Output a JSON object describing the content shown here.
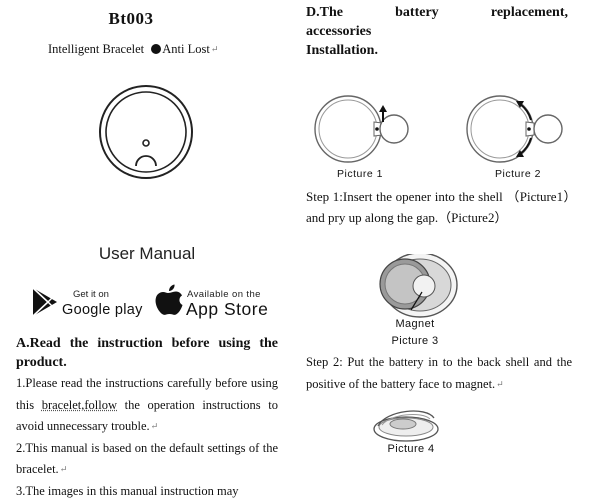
{
  "left": {
    "title": "Bt003",
    "subtitle_a": "Intelligent Bracelet",
    "subtitle_b": "Anti Lost",
    "manual_title": "User Manual",
    "google_play": {
      "small": "Get it on",
      "name": "Google play"
    },
    "app_store": {
      "small": "Available on the",
      "name": "App Store"
    },
    "section_a_heading": "A.Read the instruction before using the product.",
    "section_a_items": [
      {
        "pre": "1.Please read the instructions carefully before using this ",
        "u1": "bracelet",
        "mid": ",",
        "u2": "follow",
        "post": " the operation instructions to avoid unnecessary trouble."
      },
      {
        "text": "2.This manual is based on the default settings of the bracelet."
      },
      {
        "text": "3.The images in this manual instruction may"
      }
    ]
  },
  "right": {
    "section_d_heading_words": [
      "D.The",
      "battery",
      "replacement,"
    ],
    "section_d_heading_line2": "accessories",
    "section_d_heading_line3": "Installation.",
    "picture1_caption": "Picture 1",
    "picture2_caption": "Picture 2",
    "step1": "Step 1:Insert the opener into the shell （Picture1）and pry up along the gap.（Picture2）",
    "magnet_label": "Magnet",
    "picture3_caption": "Picture 3",
    "step2": "Step 2: Put the battery in to the back shell and the positive of the battery face to magnet.",
    "picture4_caption": "Picture 4"
  },
  "icons": [
    "play-store-icon",
    "apple-icon",
    "bullet-icon"
  ]
}
